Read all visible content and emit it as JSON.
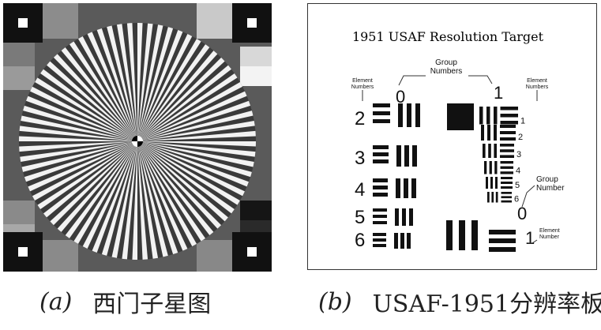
{
  "panel_a": {
    "caption_label": "(a)",
    "caption_text": "西门子星图",
    "star_spokes": 72,
    "colors": {
      "background": "#5a5a5a",
      "corner": "#111111",
      "spoke_dark": "#3a3a3a",
      "spoke_light": "#f2f2f2"
    }
  },
  "panel_b": {
    "caption_label": "(b)",
    "caption_text": "USAF-1951分辨率板",
    "title": "1951 USAF Resolution Target",
    "callouts": {
      "group_numbers": "Group\nNumbers",
      "element_numbers_left": "Element\nNumbers",
      "element_numbers_right": "Element\nNumbers",
      "group_number": "Group\nNumber",
      "element_number": "Element\nNumber"
    },
    "group_labels": [
      "0",
      "1",
      "0",
      "1"
    ],
    "left_elements": [
      "2",
      "3",
      "4",
      "5",
      "6"
    ],
    "right_elements": [
      "1",
      "2",
      "3",
      "4",
      "5",
      "6"
    ]
  }
}
